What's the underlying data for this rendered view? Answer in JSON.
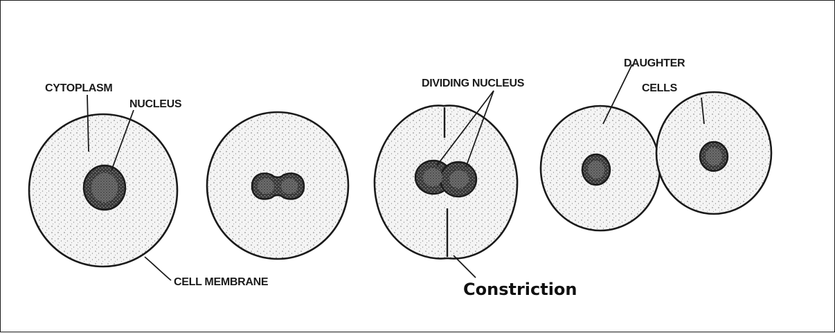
{
  "labels": {
    "cytoplasm": "CYTOPLASM",
    "nucleus": "NUCLEUS",
    "cell_membrane": "CELL MEMBRANE",
    "dividing_nucleus": "DIVIDING NUCLEUS",
    "daughter_line1": "DAUGHTER",
    "daughter_line2": "CELLS",
    "constriction": "Constriction"
  },
  "colors": {
    "ink": "#1a1a1a",
    "background": "#ffffff"
  }
}
